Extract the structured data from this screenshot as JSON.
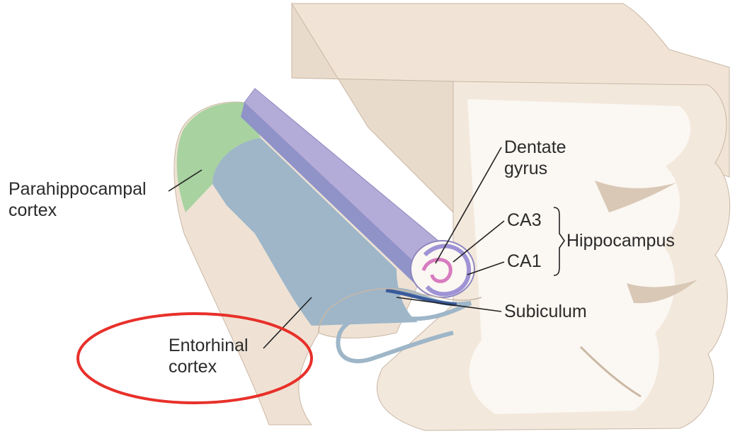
{
  "labels": {
    "parahippocampal": [
      "Parahippocampal",
      "cortex"
    ],
    "entorhinal": [
      "Entorhinal",
      "cortex"
    ],
    "dentate": [
      "Dentate",
      "gyrus"
    ],
    "ca3": "CA3",
    "ca1": "CA1",
    "hippocampus": "Hippocampus",
    "subiculum": "Subiculum"
  },
  "colors": {
    "background": "#ffffff",
    "tissue": "#f3e8dc",
    "tissue_shade": "#e7d6c4",
    "white_matter": "#fbf7f2",
    "parahippocampal_green": "#a8d2a0",
    "entorhinal_blue": "#9eb6c8",
    "hippocampus_purple": "#b4acd8",
    "dentate_pink": "#d77cc0",
    "subiculum_navy": "#3a5a9a",
    "highlight_circle": "#e8302a"
  }
}
